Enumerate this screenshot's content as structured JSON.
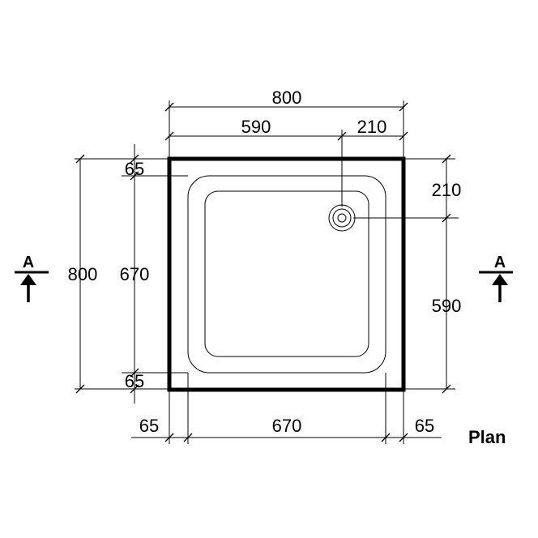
{
  "dimensions": {
    "overall_width": "800",
    "drain_offset_x": "590",
    "drain_offset_right": "210",
    "overall_depth": "800",
    "inner_depth": "670",
    "top_rim": "65",
    "bottom_rim": "65",
    "drain_offset_top": "210",
    "drain_offset_bottom": "590",
    "left_rim": "65",
    "inner_width": "670",
    "right_rim": "65"
  },
  "section_marker": {
    "left": "A",
    "right": "A"
  },
  "view_label": "Plan"
}
